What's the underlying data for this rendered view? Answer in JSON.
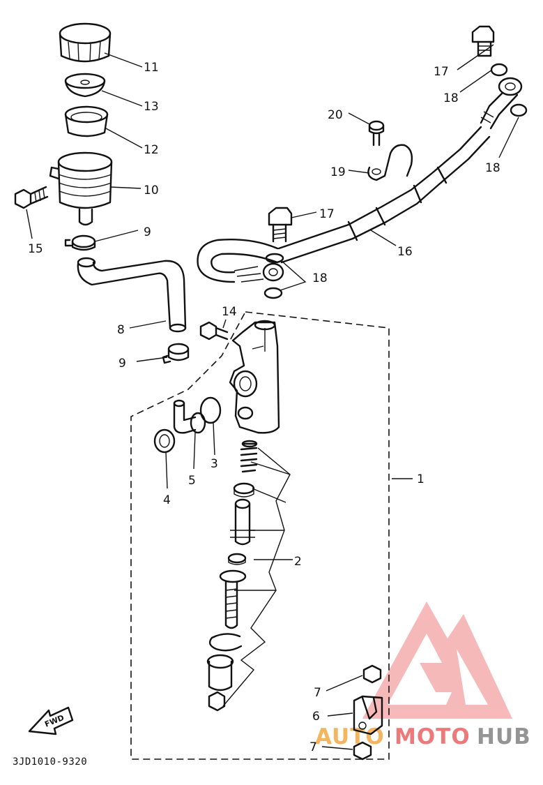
{
  "diagram": {
    "labels": {
      "p1": "1",
      "p2": "2",
      "p3": "3",
      "p4": "4",
      "p5": "5",
      "p6": "6",
      "p7a": "7",
      "p7b": "7",
      "p8": "8",
      "p9a": "9",
      "p9b": "9",
      "p10": "10",
      "p11": "11",
      "p12": "12",
      "p13": "13",
      "p14": "14",
      "p15": "15",
      "p16": "16",
      "p17a": "17",
      "p17b": "17",
      "p18a": "18",
      "p18b": "18",
      "p18c": "18",
      "p19": "19",
      "p20": "20"
    },
    "fwd": "FWD",
    "code": "3JD1010-9320"
  },
  "watermark": {
    "auto": "AUTO",
    "moto": "MOTO",
    "hub": "HUB",
    "colors": {
      "red": "#e85a5a",
      "orange": "#f2a33a",
      "gray": "#7a7a7a"
    }
  }
}
